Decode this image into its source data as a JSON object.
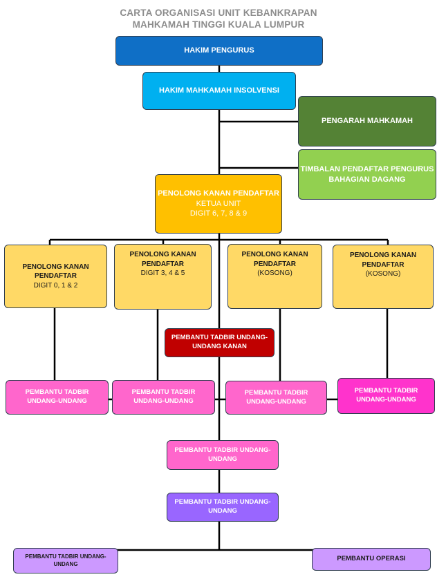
{
  "header": {
    "line1": "CARTA ORGANISASI UNIT KEBANKRAPAN",
    "line2": "MAHKAMAH TINGGI KUALA LUMPUR"
  },
  "nodes": {
    "hakim_pengurus": {
      "label": "HAKIM PENGURUS",
      "color": "#0f6fc6"
    },
    "hakim_insolvensi": {
      "label": "HAKIM MAHKAMAH INSOLVENSI",
      "color": "#00b0f0"
    },
    "pengarah": {
      "label": "PENGARAH MAHKAMAH",
      "color": "#548235"
    },
    "timbalan": {
      "line1": "TIMBALAN PENDAFTAR PENGURUS",
      "line2": "BAHAGIAN DAGANG",
      "color": "#92d050"
    },
    "ketua_unit": {
      "line1": "PENOLONG KANAN PENDAFTAR",
      "line2": "KETUA UNIT",
      "line3": "DIGIT  6, 7, 8 & 9",
      "color": "#ffc000"
    },
    "pkp1": {
      "line1": "PENOLONG KANAN",
      "line2": "PENDAFTAR",
      "line3": "DIGIT 0, 1 & 2",
      "color": "#ffd966"
    },
    "pkp2": {
      "line1": "PENOLONG KANAN",
      "line2": "PENDAFTAR",
      "line3": "DIGIT 3, 4 & 5",
      "color": "#ffd966"
    },
    "pkp3": {
      "line1": "PENOLONG KANAN",
      "line2": "PENDAFTAR",
      "line3": "(KOSONG)",
      "color": "#ffd966"
    },
    "pkp4": {
      "line1": "PENOLONG KANAN",
      "line2": "PENDAFTAR",
      "line3": "(KOSONG)",
      "color": "#ffd966"
    },
    "ptuk": {
      "line1": "PEMBANTU TADBIR UNDANG-",
      "line2": "UNDANG KANAN",
      "color": "#c00000"
    },
    "ptu1": {
      "line1": "PEMBANTU TADBIR",
      "line2": "UNDANG-UNDANG",
      "color": "#ff66cc"
    },
    "ptu2": {
      "line1": "PEMBANTU TADBIR",
      "line2": "UNDANG-UNDANG",
      "color": "#ff66cc"
    },
    "ptu3": {
      "line1": "PEMBANTU TADBIR",
      "line2": "UNDANG-UNDANG",
      "color": "#ff66cc"
    },
    "ptu4": {
      "line1": "PEMBANTU TADBIR",
      "line2": "UNDANG-UNDANG",
      "color": "#ff33cc"
    },
    "ptu5": {
      "line1": "PEMBANTU TADBIR UNDANG-",
      "line2": "UNDANG",
      "color": "#ff66cc"
    },
    "ptu6": {
      "line1": "PEMBANTU TADBIR UNDANG-",
      "line2": "UNDANG",
      "color": "#9966ff"
    },
    "ptu7": {
      "line1": "PEMBANTU TADBIR UNDANG-",
      "line2": "UNDANG",
      "color": "#cc99ff"
    },
    "pembantu_operasi": {
      "label": "PEMBANTU OPERASI",
      "color": "#cc99ff"
    }
  }
}
